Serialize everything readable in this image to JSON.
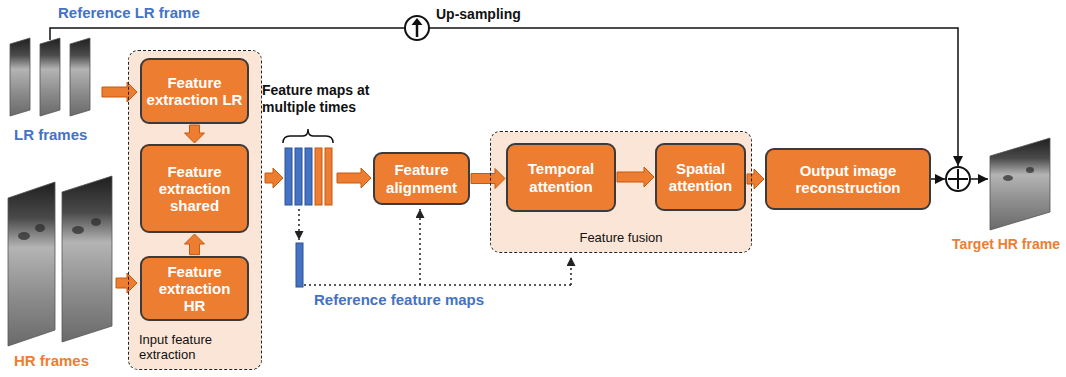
{
  "diagram": {
    "nodes": [
      {
        "text": [
          "Input feature extraction"
        ]
      },
      {
        "text": [
          "Feature extraction LR"
        ],
        "in": 0
      },
      {
        "text": [
          "Feature extraction shared"
        ],
        "in": 0
      },
      {
        "text": [
          "Feature extraction HR"
        ],
        "in": 0
      },
      {
        "text": [
          "Feature alignment"
        ]
      },
      {
        "text": [
          "Feature fusion"
        ]
      },
      {
        "text": [
          "Temporal attention"
        ],
        "in": 5
      },
      {
        "text": [
          "Spatial attention"
        ],
        "in": 5
      },
      {
        "text": [
          "Output image reconstruction"
        ]
      }
    ],
    "edges": [
      {
        "from": 1,
        "to": 2,
        "arrow": "to"
      },
      {
        "from": 3,
        "to": 2,
        "arrow": "to"
      },
      {
        "from": 4,
        "to": 6,
        "arrow": "to"
      },
      {
        "from": 6,
        "to": 7,
        "arrow": "to"
      },
      {
        "from": 7,
        "to": 8,
        "arrow": "to"
      }
    ],
    "labels": [
      "Reference LR frame",
      "Up-sampling",
      "LR frames",
      "HR frames",
      "Feature maps at multiple times",
      "Reference feature maps",
      "Target HR frame"
    ]
  }
}
